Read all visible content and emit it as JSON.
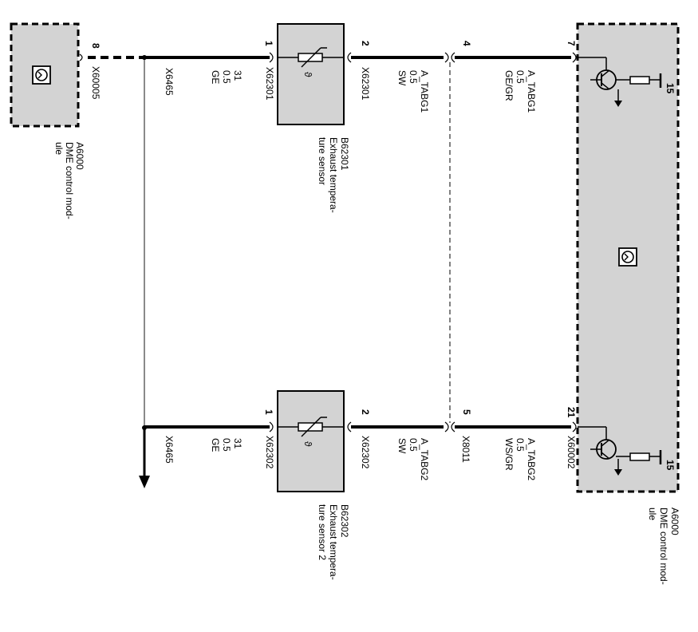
{
  "colors": {
    "module_fill": "#d3d3d3",
    "ground_wire": "#8a8a8a"
  },
  "dme_small": {
    "pin": "8",
    "connector": "X60005",
    "ref": "A6000",
    "name_line1": "DME control mod-",
    "name_line2": "ule",
    "icon": "control-unit-icon"
  },
  "dme_large": {
    "ref": "A6000",
    "name_line1": "DME control mod-",
    "name_line2": "ule",
    "icon": "control-unit-icon",
    "top_pin": "7",
    "bottom_pin": "21",
    "bottom_connector": "X60002",
    "supply_top": "15",
    "supply_bottom": "15"
  },
  "ground": {
    "connector_top": "X6465",
    "connector_bottom": "X6465"
  },
  "sensor1": {
    "ref": "B62301",
    "name_line1": "Exhaust tempera-",
    "name_line2": "ture sensor",
    "left_pin": "1",
    "right_pin": "2",
    "left_connector": "X62301",
    "right_connector": "X62301",
    "ground_wire": [
      "31",
      "0.5",
      "GE"
    ],
    "signal_wire": [
      "A_TABG1",
      "0.5",
      "SW"
    ],
    "theta": "ϑ"
  },
  "sensor2": {
    "ref": "B62302",
    "name_line1": "Exhaust tempera-",
    "name_line2": "ture sensor 2",
    "left_pin": "1",
    "right_pin": "2",
    "left_connector": "X62302",
    "right_connector": "X62302",
    "ground_wire": [
      "31",
      "0.5",
      "GE"
    ],
    "signal_wire": [
      "A_TABG2",
      "0.5",
      "SW"
    ],
    "theta": "ϑ"
  },
  "harness_top": {
    "pin": "4",
    "wire": [
      "A_TABG1",
      "0.5",
      "GE/GR"
    ]
  },
  "harness_bottom": {
    "pin": "5",
    "connector": "X8011",
    "wire": [
      "A_TABG2",
      "0.5",
      "WS/GR"
    ]
  }
}
